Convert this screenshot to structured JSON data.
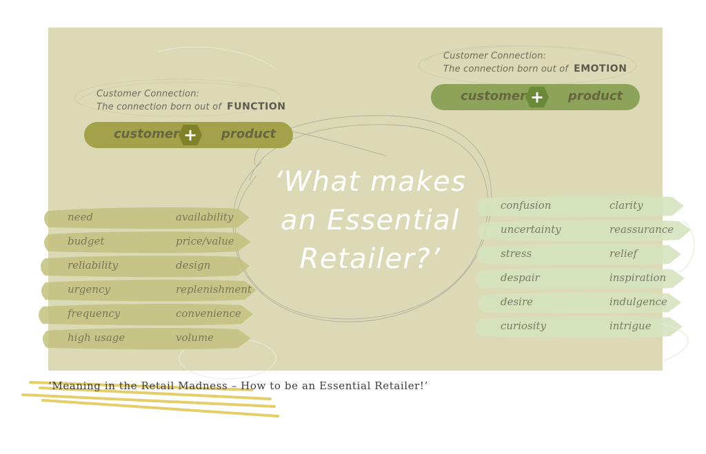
{
  "colors": {
    "panel": "#dcdab6",
    "function_pill": "#a3a14a",
    "function_plus": "#80822a",
    "emotion_pill": "#8da35a",
    "emotion_plus": "#6a8a3a",
    "function_stroke": "#c3c17e",
    "emotion_stroke": "#d6e3bf",
    "caption_underline": "#e5cd6a",
    "headline": "#ffffff"
  },
  "function_block": {
    "title": "Customer Connection:",
    "subtitle": "The connection born out of",
    "keyword": "FUNCTION",
    "left_word": "customer",
    "plus": "+",
    "right_word": "product"
  },
  "emotion_block": {
    "title": "Customer Connection:",
    "subtitle": "The connection born out of",
    "keyword": "EMOTION",
    "left_word": "customer",
    "plus": "+",
    "right_word": "product"
  },
  "headline": {
    "line1": "‘What makes",
    "line2": "an Essential",
    "line3": "Retailer?’"
  },
  "function_pairs": [
    {
      "need": "need",
      "outcome": "availability"
    },
    {
      "need": "budget",
      "outcome": "price/value"
    },
    {
      "need": "reliability",
      "outcome": "design"
    },
    {
      "need": "urgency",
      "outcome": "replenishment"
    },
    {
      "need": "frequency",
      "outcome": "convenience"
    },
    {
      "need": "high usage",
      "outcome": "volume"
    }
  ],
  "emotion_pairs": [
    {
      "feeling": "confusion",
      "outcome": "clarity"
    },
    {
      "feeling": "uncertainty",
      "outcome": "reassurance"
    },
    {
      "feeling": "stress",
      "outcome": "relief"
    },
    {
      "feeling": "despair",
      "outcome": "inspiration"
    },
    {
      "feeling": "desire",
      "outcome": "indulgence"
    },
    {
      "feeling": "curiosity",
      "outcome": "intrigue"
    }
  ],
  "caption": "‘Meaning in the Retail Madness – How to be an Essential Retailer!’"
}
